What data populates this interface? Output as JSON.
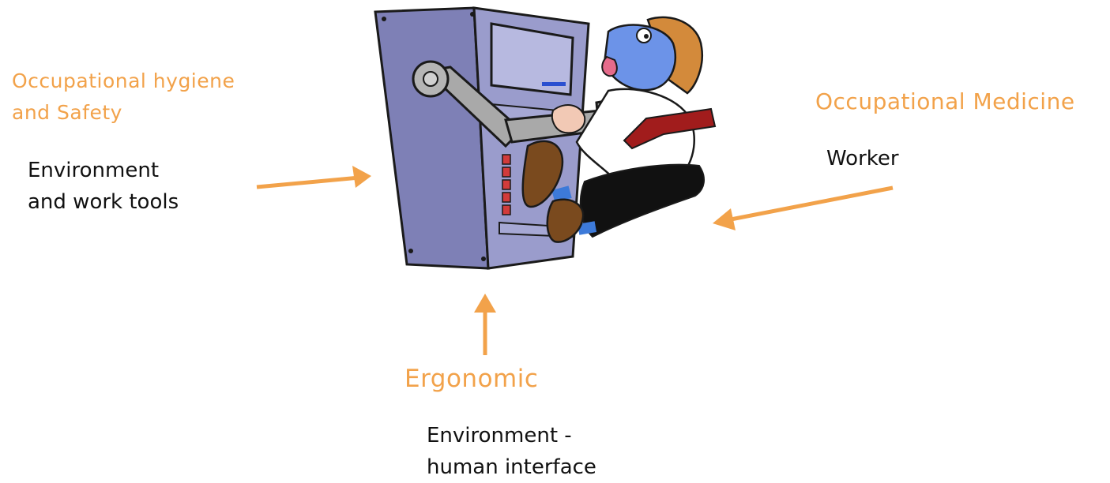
{
  "colors": {
    "accent": "#f2a24a",
    "text": "#111111",
    "machine_body": "#8a8cc0",
    "skin": "#6c93e8",
    "hair": "#d38a3b",
    "tie": "#a11c1c",
    "shoe": "#7a4a1e"
  },
  "illustration": {
    "name": "worker-caught-by-machine"
  },
  "hygiene": {
    "title_lines": [
      "Occupational hygiene",
      "and Safety"
    ],
    "subtitle_lines": [
      "Environment",
      "and work tools"
    ]
  },
  "medicine": {
    "title": "Occupational Medicine",
    "subtitle": "Worker"
  },
  "ergonomic": {
    "title": "Ergonomic",
    "subtitle_lines": [
      "Environment -",
      "human interface"
    ]
  }
}
